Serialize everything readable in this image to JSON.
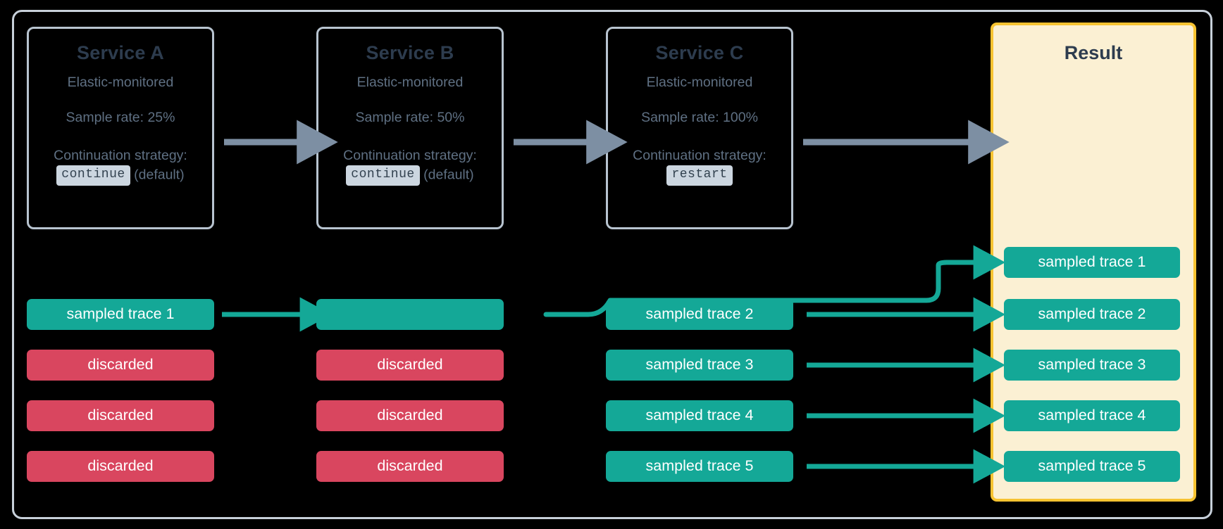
{
  "diagram": {
    "title": "Elastic APM distributed tracing sampling flow",
    "colors": {
      "background": "#000000",
      "frame_border": "#c7d0da",
      "service_border": "#b8c4d0",
      "service_title": "#2d3c4e",
      "service_text": "#5f7083",
      "code_badge_bg": "#ccd6e0",
      "sampled": "#14a897",
      "discarded": "#d9465f",
      "result_bg": "#fbf0d3",
      "result_border": "#f7c331",
      "gray_arrow": "#7d8fa3",
      "teal_arrow": "#14a897"
    }
  },
  "services": [
    {
      "name": "Service A",
      "subtitle": "Elastic-monitored",
      "sample_rate": "Sample rate: 25%",
      "strategy_label": "Continuation strategy:",
      "strategy_value": "continue",
      "strategy_note": "(default)"
    },
    {
      "name": "Service B",
      "subtitle": "Elastic-monitored",
      "sample_rate": "Sample rate: 50%",
      "strategy_label": "Continuation strategy:",
      "strategy_value": "continue",
      "strategy_note": "(default)"
    },
    {
      "name": "Service C",
      "subtitle": "Elastic-monitored",
      "sample_rate": "Sample rate: 100%",
      "strategy_label": "Continuation strategy:",
      "strategy_value": "restart",
      "strategy_note": ""
    }
  ],
  "result": {
    "title": "Result",
    "traces": [
      "sampled trace 1",
      "sampled trace 2",
      "sampled trace 3",
      "sampled trace 4",
      "sampled trace 5"
    ]
  },
  "columns": {
    "service_a": [
      {
        "label": "sampled trace 1",
        "state": "sampled"
      },
      {
        "label": "discarded",
        "state": "discarded"
      },
      {
        "label": "discarded",
        "state": "discarded"
      },
      {
        "label": "discarded",
        "state": "discarded"
      }
    ],
    "service_b": [
      {
        "label": "",
        "state": "sampled"
      },
      {
        "label": "discarded",
        "state": "discarded"
      },
      {
        "label": "discarded",
        "state": "discarded"
      },
      {
        "label": "discarded",
        "state": "discarded"
      }
    ],
    "service_c": [
      {
        "label": "sampled trace 2",
        "state": "sampled"
      },
      {
        "label": "sampled trace 3",
        "state": "sampled"
      },
      {
        "label": "sampled trace 4",
        "state": "sampled"
      },
      {
        "label": "sampled trace 5",
        "state": "sampled"
      }
    ]
  }
}
